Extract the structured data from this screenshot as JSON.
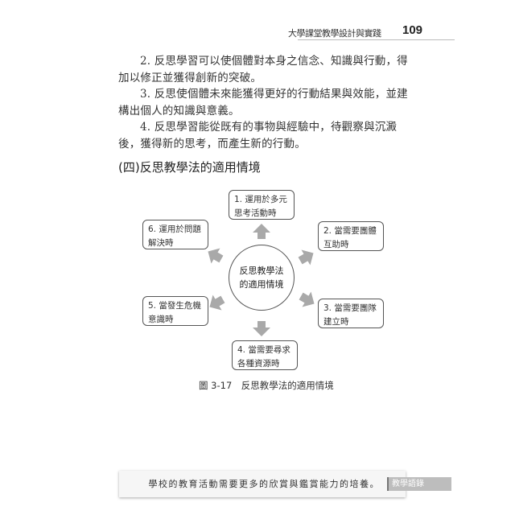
{
  "header": {
    "book_title": "大學課堂教學設計與實踐",
    "page_number": "109"
  },
  "paragraphs": [
    "2. 反思學習可以使個體對本身之信念、知識與行動，得加以修正並獲得創新的突破。",
    "3. 反思使個體未來能獲得更好的行動結果與效能，並建構出個人的知識與意義。",
    "4. 反思學習能從既有的事物與經驗中，待觀察與沉澱後，獲得新的思考，而產生新的行動。"
  ],
  "section_heading": "(四)反思教學法的適用情境",
  "diagram": {
    "center": "反思教學法的適用情境",
    "items": [
      "1. 運用於多元思考活動時",
      "2. 當需要團體互助時",
      "3. 當需要團隊建立時",
      "4. 當需要尋求各種資源時",
      "5. 當發生危機意識時",
      "6. 運用於問題解決時"
    ],
    "arrow_color": "#a9a9a9"
  },
  "caption": "圖 3-17　反思教學法的適用情境",
  "footer": {
    "quote": "學校的教育活動需要更多的欣賞與鑑賞能力的培養。",
    "tab": "教學語錄"
  }
}
